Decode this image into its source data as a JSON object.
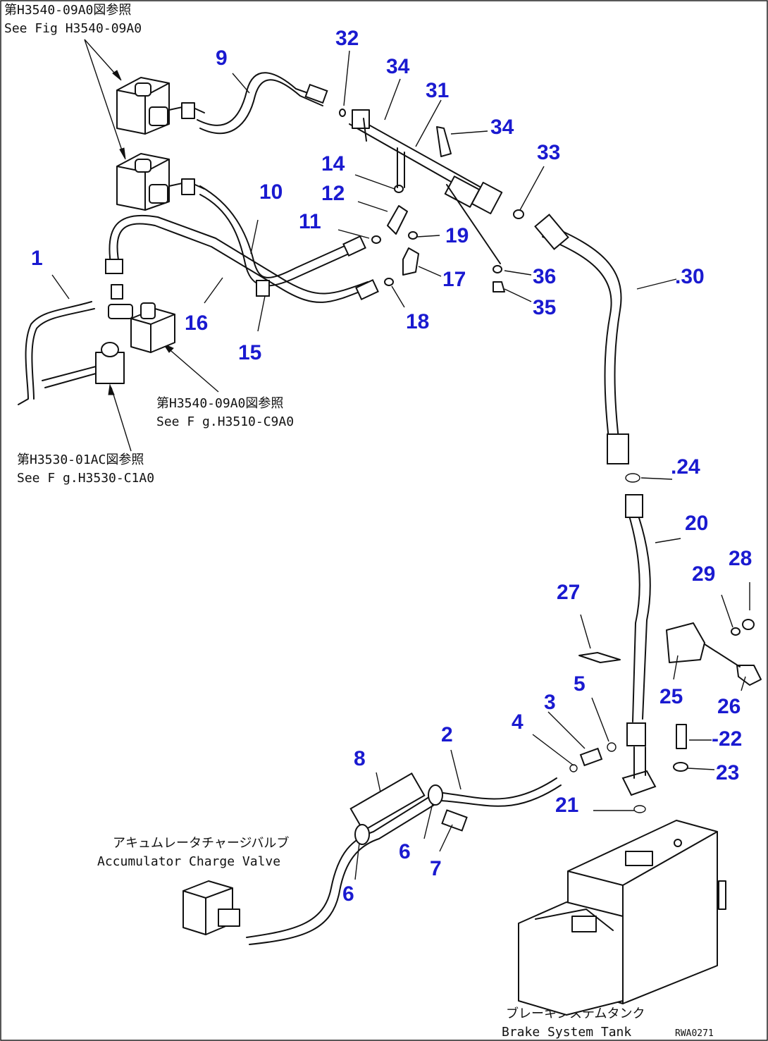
{
  "parts": [
    {
      "id": "p1",
      "label": "1"
    },
    {
      "id": "p2",
      "label": "2"
    },
    {
      "id": "p3",
      "label": "3"
    },
    {
      "id": "p4",
      "label": "4"
    },
    {
      "id": "p5",
      "label": "5"
    },
    {
      "id": "p6a",
      "label": "6"
    },
    {
      "id": "p6b",
      "label": "6"
    },
    {
      "id": "p7",
      "label": "7"
    },
    {
      "id": "p8",
      "label": "8"
    },
    {
      "id": "p9",
      "label": "9"
    },
    {
      "id": "p10",
      "label": "10"
    },
    {
      "id": "p11",
      "label": "11"
    },
    {
      "id": "p12",
      "label": "12"
    },
    {
      "id": "p14",
      "label": "14"
    },
    {
      "id": "p15",
      "label": "15"
    },
    {
      "id": "p16",
      "label": "16"
    },
    {
      "id": "p17",
      "label": "17"
    },
    {
      "id": "p18",
      "label": "18"
    },
    {
      "id": "p19",
      "label": "19"
    },
    {
      "id": "p20",
      "label": "20"
    },
    {
      "id": "p21",
      "label": "21"
    },
    {
      "id": "p22",
      "label": "-22"
    },
    {
      "id": "p23",
      "label": "23"
    },
    {
      "id": "p24",
      "label": ".24"
    },
    {
      "id": "p25",
      "label": "25"
    },
    {
      "id": "p26",
      "label": "26"
    },
    {
      "id": "p27",
      "label": "27"
    },
    {
      "id": "p28",
      "label": "28"
    },
    {
      "id": "p29",
      "label": "29"
    },
    {
      "id": "p30",
      "label": ".30"
    },
    {
      "id": "p31",
      "label": "31"
    },
    {
      "id": "p32",
      "label": "32"
    },
    {
      "id": "p33",
      "label": "33"
    },
    {
      "id": "p34a",
      "label": "34"
    },
    {
      "id": "p34b",
      "label": "34"
    },
    {
      "id": "p35",
      "label": "35"
    },
    {
      "id": "p36",
      "label": "36"
    }
  ],
  "references": {
    "top_left_jp": "第H3540-09A0図参照",
    "top_left_en": "See Fig H3540-09A0",
    "mid_jp": "第H3540-09A0図参照",
    "mid_en": "See F g.H3510-C9A0",
    "left_jp": "第H3530-01AC図参照",
    "left_en": "See F g.H3530-C1A0",
    "accum_jp": "アキュムレータチャージバルブ",
    "accum_en": "Accumulator Charge Valve",
    "tank_jp": "ブレーキシステムタンク",
    "tank_en": "Brake System Tank",
    "drawing_code": "RWA0271"
  },
  "colors": {
    "part_number": "#1a1ad0",
    "line": "#111111"
  }
}
